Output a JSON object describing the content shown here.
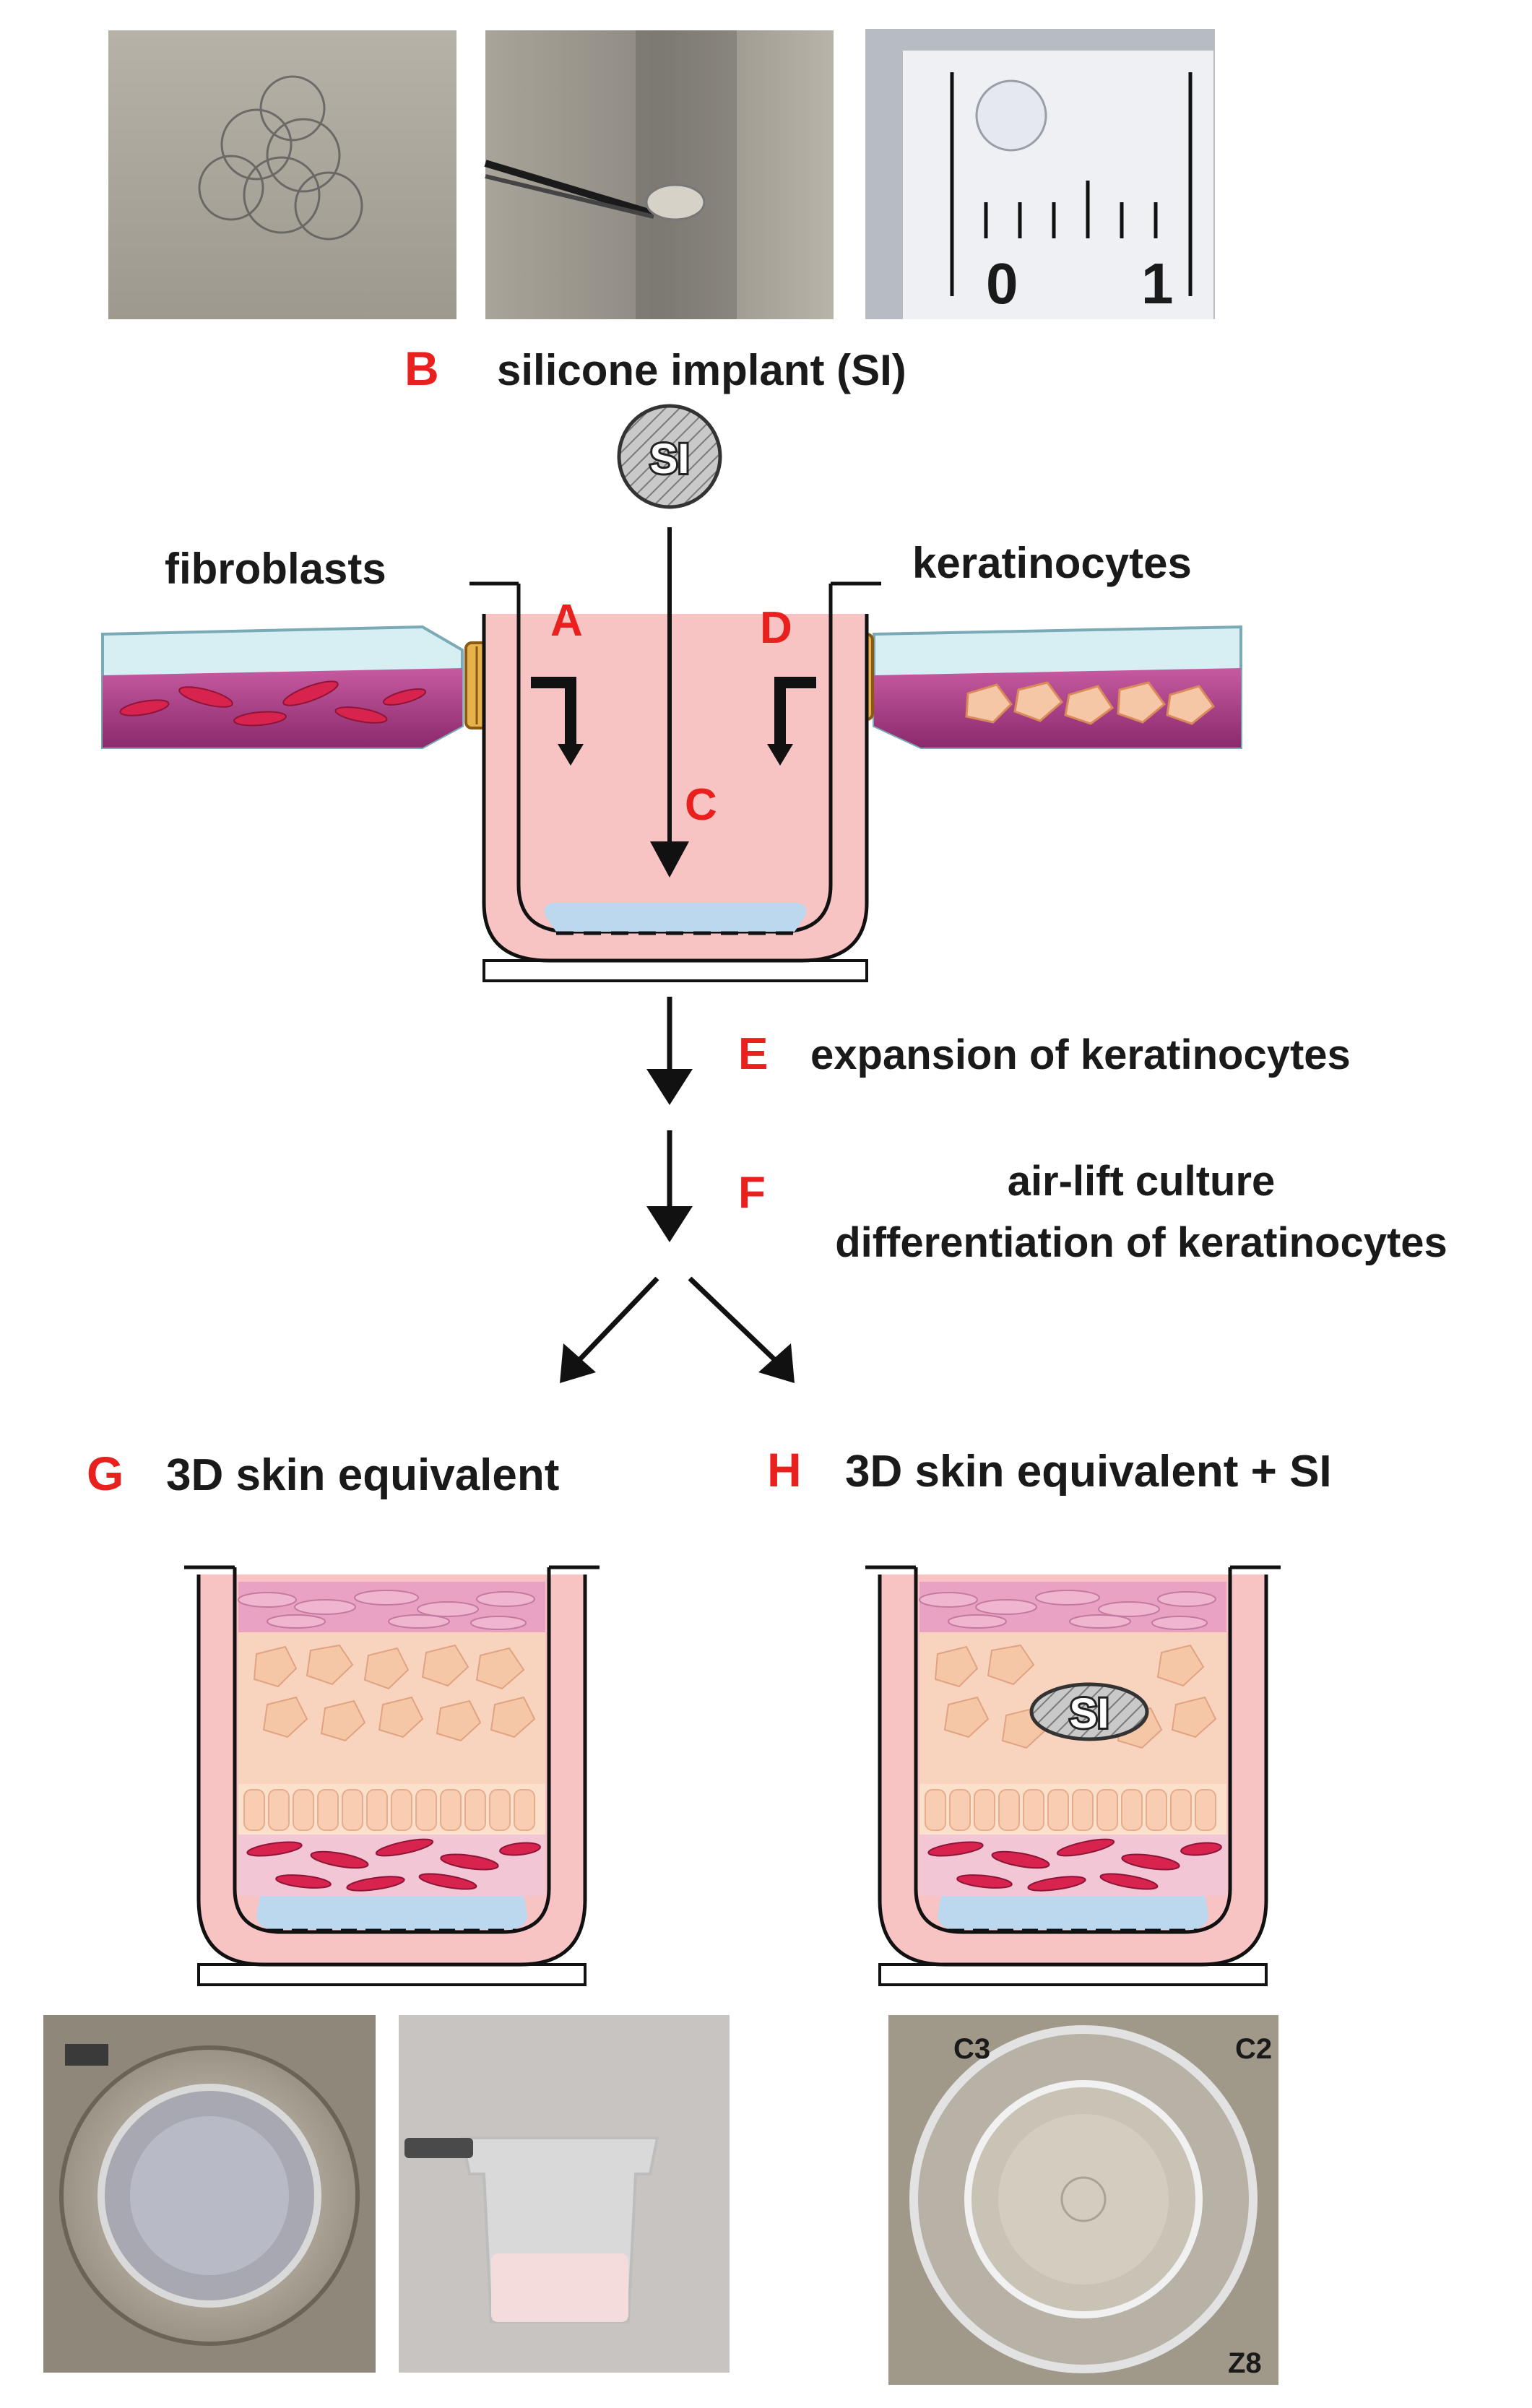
{
  "panels": {
    "A": "A",
    "B": "B",
    "C": "C",
    "D": "D",
    "E": "E",
    "F": "F",
    "G": "G",
    "H": "H"
  },
  "labels": {
    "silicone_implant": "silicone implant (SI)",
    "si": "SI",
    "fibroblasts": "fibroblasts",
    "keratinocytes": "keratinocytes",
    "expansion": "expansion of keratinocytes",
    "airlift_line1": "air-lift culture",
    "airlift_line2": "differentiation of keratinocytes",
    "skin_equiv": "3D skin equivalent",
    "skin_equiv_si": "3D skin equivalent + SI"
  },
  "ruler": {
    "tick0": "0",
    "tick1": "1"
  },
  "plate_marks": {
    "mark1": "C3",
    "mark2": "C2",
    "mark3": "Z8"
  },
  "colors": {
    "accent_red": "#e8211f",
    "medium_pink": "#f7c3c3",
    "membrane_blue": "#bcd8ee",
    "flask_purple": "#a8397e",
    "fibroblast_red": "#d8234f",
    "keratinocyte_peach": "#f6c7a6",
    "cap_gold": "#e8b24a"
  }
}
